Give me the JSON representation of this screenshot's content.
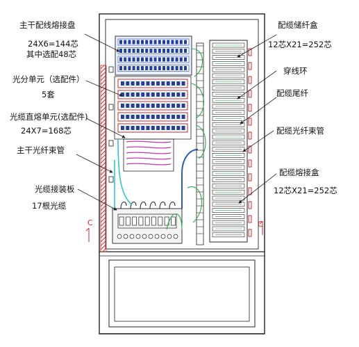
{
  "left_labels": {
    "main_patch_panel": "主干配线熔接盘",
    "main_patch_count": "24X6=144芯",
    "main_patch_optional": "其中选配48芯",
    "splitter_unit": "光分单元（选配件）",
    "splitter_count": "5套",
    "direct_splice_unit": "光缆直熔单元(选配件)",
    "direct_splice_count": "24X7=168芯",
    "trunk_fiber_tube": "主干光纤束管",
    "cable_mount_plate": "光缆接装板",
    "cable_count": "17根光缆"
  },
  "right_labels": {
    "storage_box": "配缆储纤盒",
    "storage_count": "12芯X21=252芯",
    "threading_ring": "穿线环",
    "pigtail": "配缆尾纤",
    "fiber_tube": "配缆光纤束管",
    "splice_box": "配缆熔接盒",
    "splice_count": "12芯X21=252芯"
  },
  "section_markers": {
    "left": "C",
    "right": "C"
  },
  "colors": {
    "outline": "#222222",
    "patch_blue": "#1f3fa8",
    "splitter_red": "#c0282c",
    "fiber_green": "#2aa84a",
    "fiber_cyan": "#2ec4d6",
    "fiber_magenta": "#c43aa6",
    "ground_red": "#d22a2a"
  }
}
